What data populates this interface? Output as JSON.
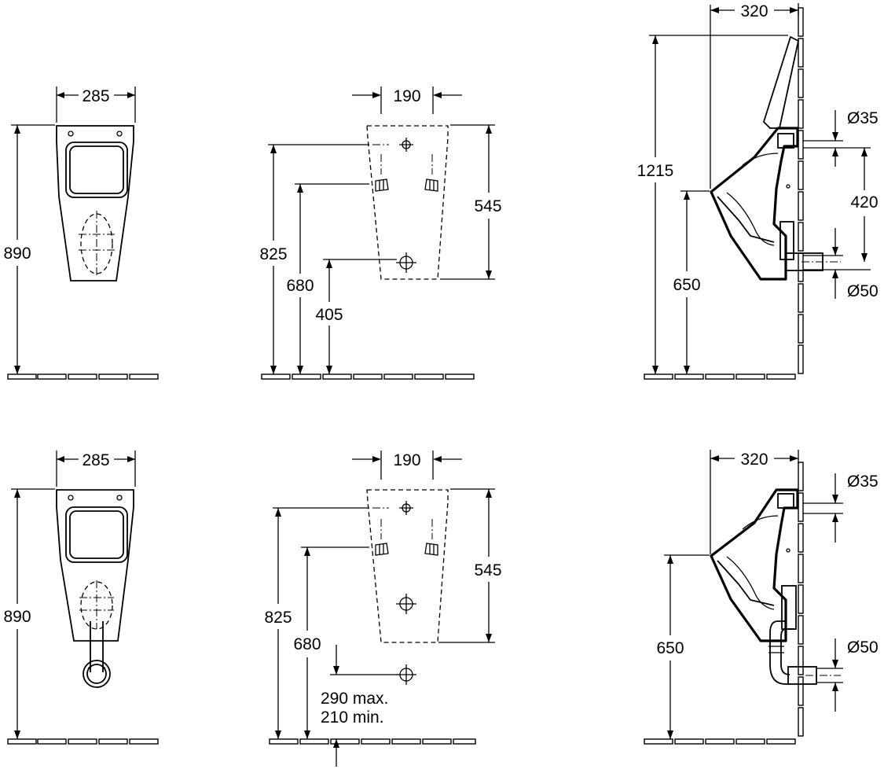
{
  "dimensions": {
    "top_front": {
      "width": "285",
      "height": "890"
    },
    "top_mount": {
      "hole_spacing": "190",
      "outline_height": "545",
      "upper_hole_height": "825",
      "fixing_height": "680",
      "outlet_height": "405"
    },
    "top_side": {
      "depth": "320",
      "total_height": "1215",
      "rim_height": "650",
      "inlet_diameter": "Ø35",
      "inlet_outlet_spacing": "420",
      "outlet_diameter": "Ø50"
    },
    "bottom_front": {
      "width": "285",
      "height": "890"
    },
    "bottom_mount": {
      "hole_spacing": "190",
      "outline_height": "545",
      "upper_hole_height": "825",
      "fixing_height": "680",
      "outlet_max": "290 max.",
      "outlet_min": "210 min."
    },
    "bottom_side": {
      "depth": "320",
      "rim_height": "650",
      "inlet_diameter": "Ø35",
      "outlet_diameter": "Ø50"
    }
  }
}
